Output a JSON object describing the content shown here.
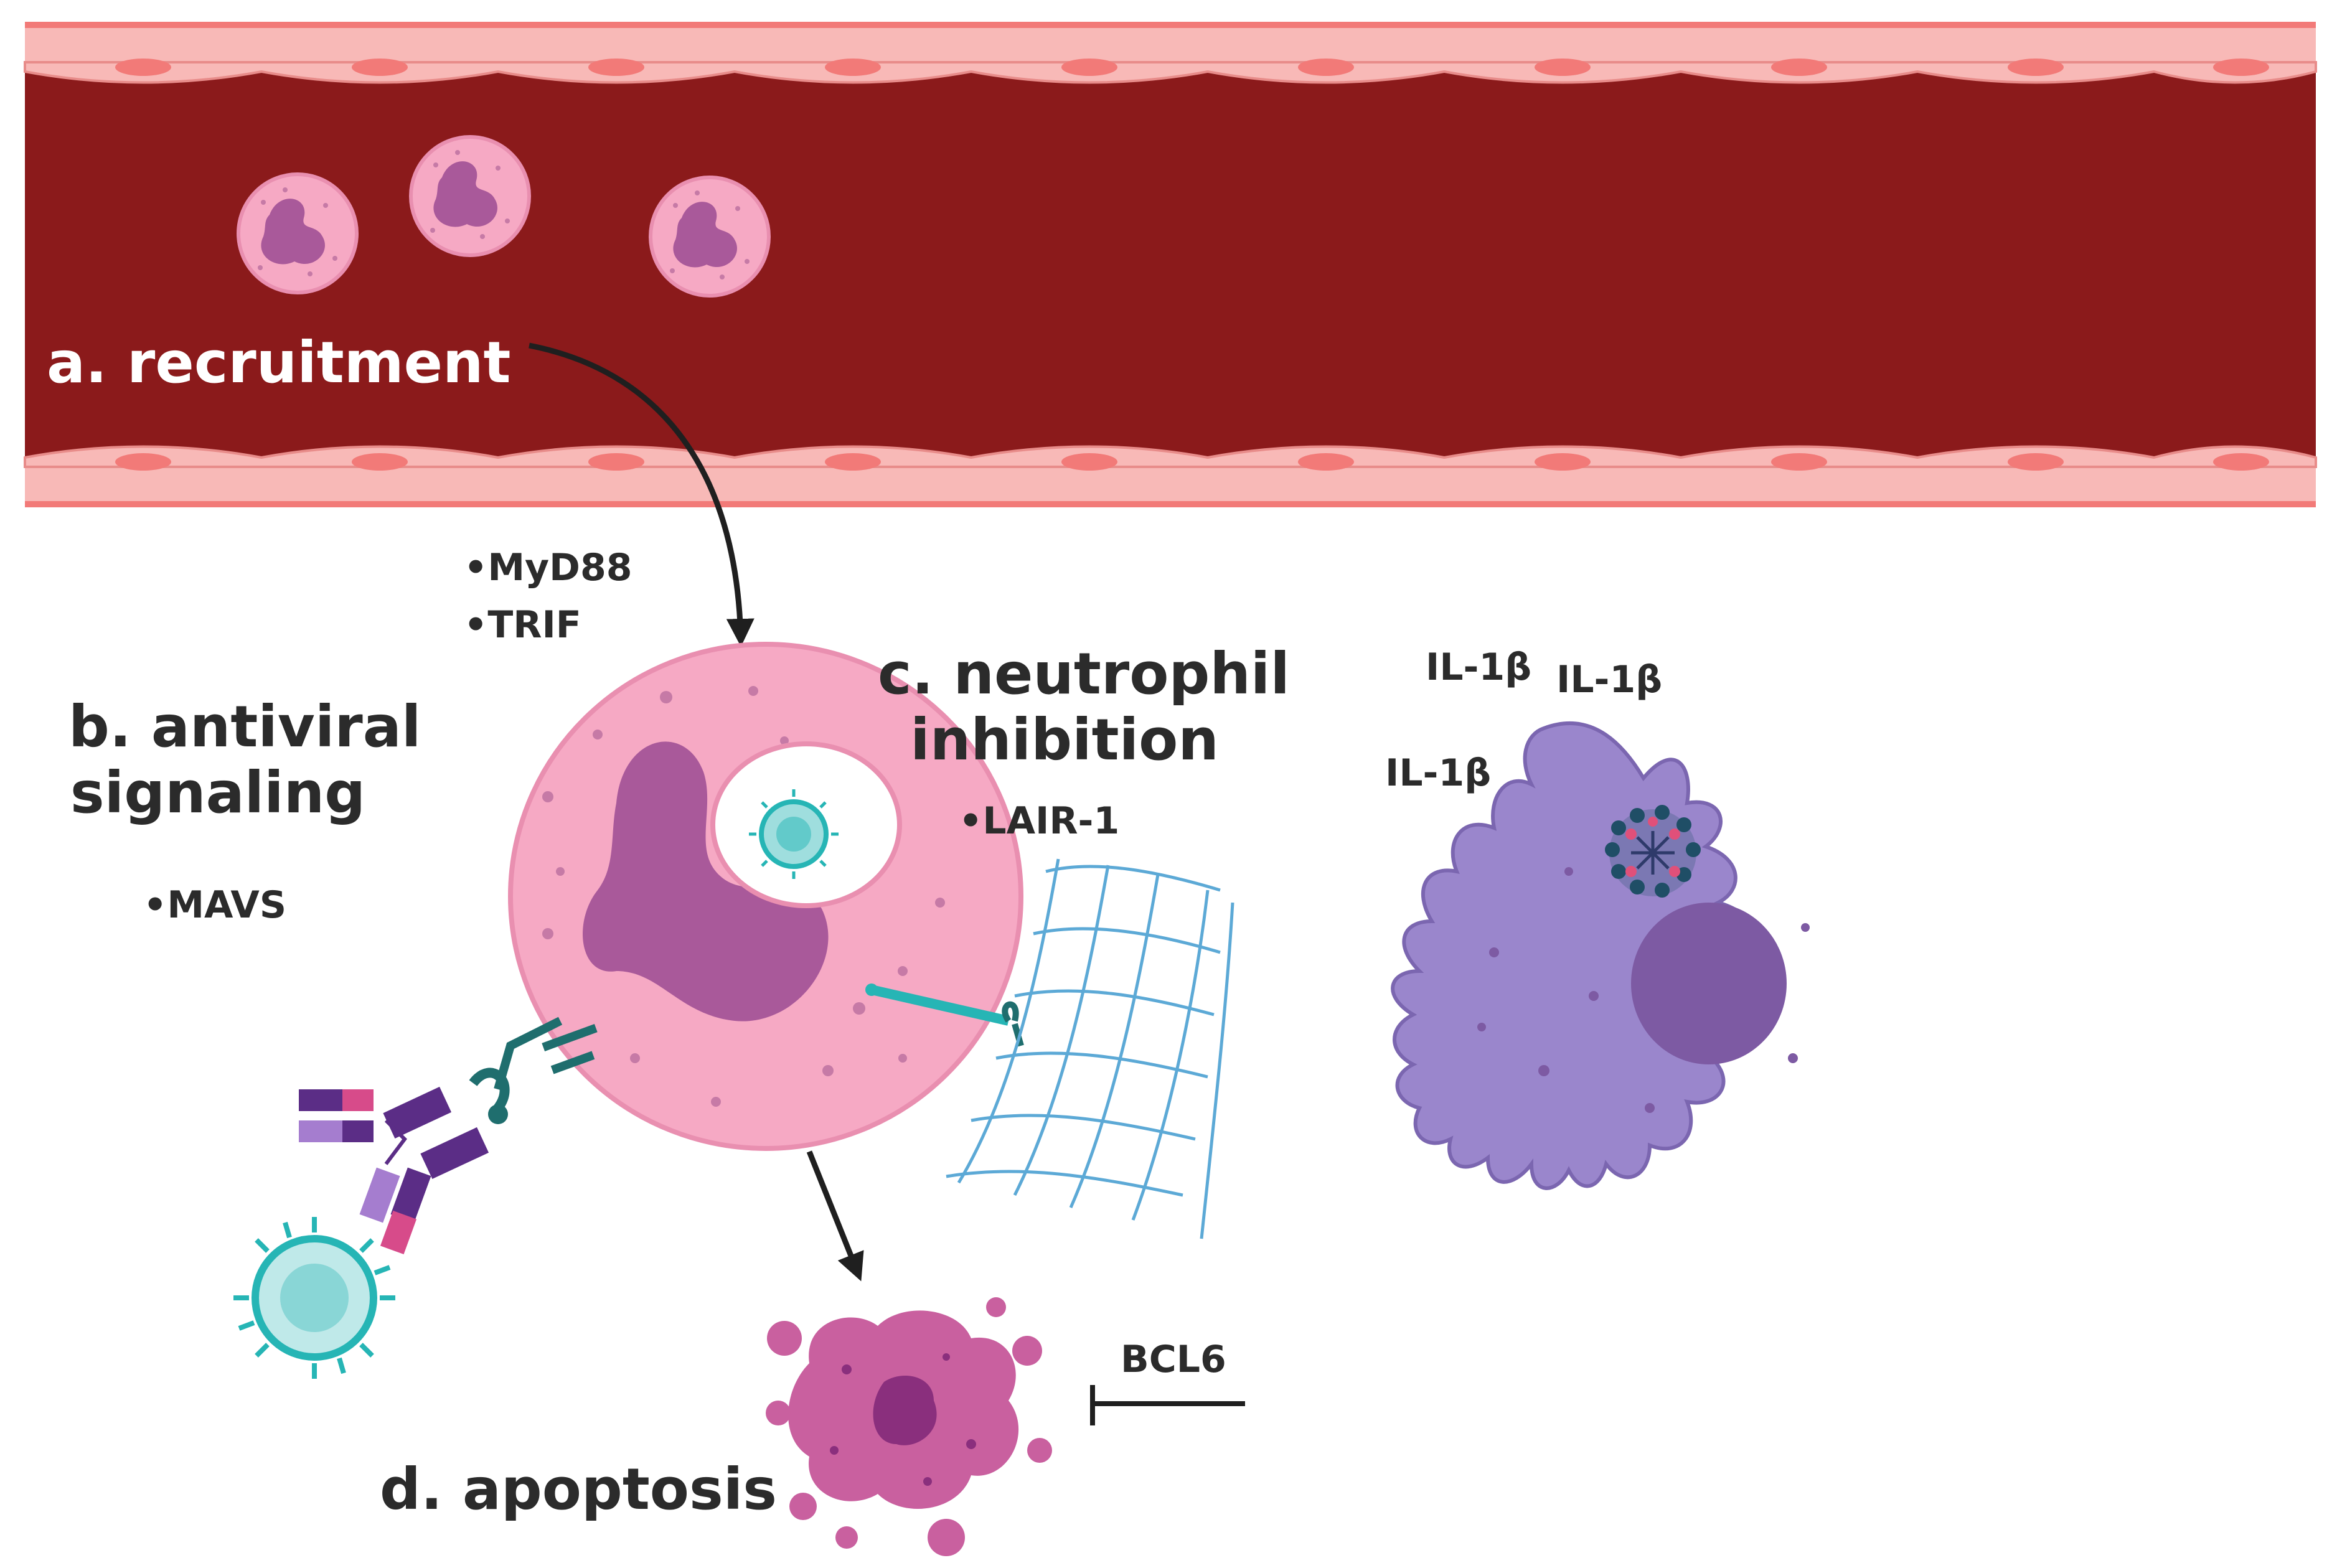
{
  "labels": {
    "recruitment": "a. recruitment",
    "antiviral_line1": "b. antiviral",
    "antiviral_line2": "signaling",
    "neutrophil_line1": "c. neutrophil",
    "neutrophil_line2": "inhibition",
    "apoptosis": "d. apoptosis",
    "myd88": "•MyD88",
    "trif": "•TRIF",
    "mavs": "•MAVS",
    "lair1": "•LAIR-1",
    "bcl6": "BCL6",
    "il1b_1": "IL-1β",
    "il1b_2": "IL-1β",
    "il1b_3": "IL-1β"
  },
  "colors": {
    "blood": "#8b1a1b",
    "endothelium": "#f8b9b7",
    "endothelium_line": "#f27a78",
    "neutrophil": "#f6a9c4",
    "neutrophil_nucleus": "#a9599a",
    "virus": "#26b5b5",
    "collagen_mesh": "#5ca9d6",
    "macrophage": "#9a86cc",
    "macrophage_nucleus": "#7d5aa3",
    "apoptotic_cell": "#c9609f",
    "antibody": "#5b2d86"
  }
}
